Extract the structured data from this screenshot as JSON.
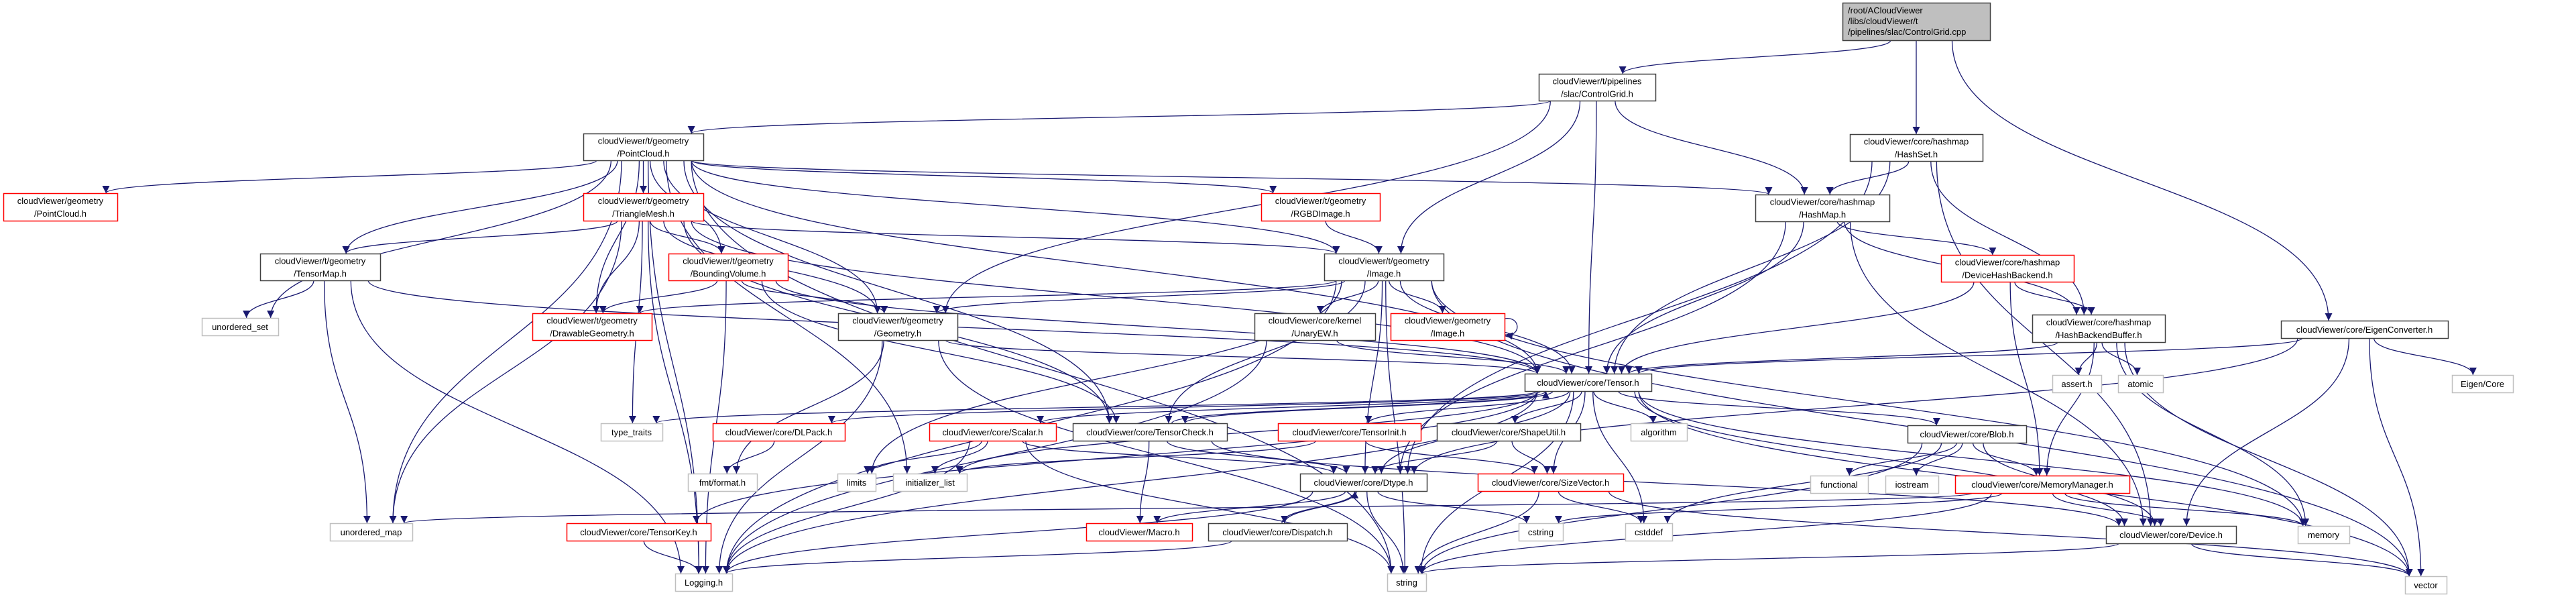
{
  "colors": {
    "edge": "#191970",
    "documented_border": "#000000",
    "truncated_border": "#ff0000",
    "external_border": "#bfbfbf",
    "root_fill": "#bfbfbf"
  },
  "nodes": [
    {
      "lines": [
        "/root/ACloudViewer",
        "/libs/cloudViewer/t",
        "/pipelines/slac/ControlGrid.cpp"
      ],
      "kind": "root"
    },
    {
      "lines": [
        "cloudViewer/t/pipelines",
        "/slac/ControlGrid.h"
      ],
      "kind": "documented"
    },
    {
      "lines": [
        "cloudViewer/t/geometry",
        "/PointCloud.h"
      ],
      "kind": "documented"
    },
    {
      "lines": [
        "cloudViewer/core/hashmap",
        "/HashSet.h"
      ],
      "kind": "documented"
    },
    {
      "lines": [
        "cloudViewer/geometry",
        "/PointCloud.h"
      ],
      "kind": "truncated"
    },
    {
      "lines": [
        "cloudViewer/t/geometry",
        "/TriangleMesh.h"
      ],
      "kind": "truncated"
    },
    {
      "lines": [
        "cloudViewer/t/geometry",
        "/RGBDImage.h"
      ],
      "kind": "truncated"
    },
    {
      "lines": [
        "cloudViewer/core/hashmap",
        "/HashMap.h"
      ],
      "kind": "documented"
    },
    {
      "lines": [
        "cloudViewer/t/geometry",
        "/TensorMap.h"
      ],
      "kind": "documented"
    },
    {
      "lines": [
        "cloudViewer/t/geometry",
        "/BoundingVolume.h"
      ],
      "kind": "truncated"
    },
    {
      "lines": [
        "cloudViewer/t/geometry",
        "/Image.h"
      ],
      "kind": "documented"
    },
    {
      "lines": [
        "cloudViewer/core/hashmap",
        "/DeviceHashBackend.h"
      ],
      "kind": "truncated"
    },
    {
      "lines": [
        "unordered_set"
      ],
      "kind": "external"
    },
    {
      "lines": [
        "cloudViewer/t/geometry",
        "/DrawableGeometry.h"
      ],
      "kind": "truncated"
    },
    {
      "lines": [
        "cloudViewer/t/geometry",
        "/Geometry.h"
      ],
      "kind": "documented"
    },
    {
      "lines": [
        "cloudViewer/core/kernel",
        "/UnaryEW.h"
      ],
      "kind": "documented"
    },
    {
      "lines": [
        "cloudViewer/geometry",
        "/Image.h"
      ],
      "kind": "truncated"
    },
    {
      "lines": [
        "cloudViewer/core/hashmap",
        "/HashBackendBuffer.h"
      ],
      "kind": "documented"
    },
    {
      "lines": [
        "cloudViewer/core/EigenConverter.h"
      ],
      "kind": "documented"
    },
    {
      "lines": [
        "cloudViewer/core/Tensor.h"
      ],
      "kind": "documented"
    },
    {
      "lines": [
        "assert.h"
      ],
      "kind": "external"
    },
    {
      "lines": [
        "atomic"
      ],
      "kind": "external"
    },
    {
      "lines": [
        "Eigen/Core"
      ],
      "kind": "external"
    },
    {
      "lines": [
        "type_traits"
      ],
      "kind": "external"
    },
    {
      "lines": [
        "cloudViewer/core/DLPack.h"
      ],
      "kind": "truncated"
    },
    {
      "lines": [
        "cloudViewer/core/Scalar.h"
      ],
      "kind": "truncated"
    },
    {
      "lines": [
        "cloudViewer/core/TensorCheck.h"
      ],
      "kind": "documented"
    },
    {
      "lines": [
        "cloudViewer/core/TensorInit.h"
      ],
      "kind": "truncated"
    },
    {
      "lines": [
        "cloudViewer/core/ShapeUtil.h"
      ],
      "kind": "documented"
    },
    {
      "lines": [
        "algorithm"
      ],
      "kind": "external"
    },
    {
      "lines": [
        "cloudViewer/core/Blob.h"
      ],
      "kind": "documented"
    },
    {
      "lines": [
        "fmt/format.h"
      ],
      "kind": "external"
    },
    {
      "lines": [
        "limits"
      ],
      "kind": "external"
    },
    {
      "lines": [
        "initializer_list"
      ],
      "kind": "external"
    },
    {
      "lines": [
        "cloudViewer/core/Dtype.h"
      ],
      "kind": "documented"
    },
    {
      "lines": [
        "cloudViewer/core/SizeVector.h"
      ],
      "kind": "truncated"
    },
    {
      "lines": [
        "functional"
      ],
      "kind": "external"
    },
    {
      "lines": [
        "iostream"
      ],
      "kind": "external"
    },
    {
      "lines": [
        "cloudViewer/core/MemoryManager.h"
      ],
      "kind": "truncated"
    },
    {
      "lines": [
        "unordered_map"
      ],
      "kind": "external"
    },
    {
      "lines": [
        "cloudViewer/core/TensorKey.h"
      ],
      "kind": "truncated"
    },
    {
      "lines": [
        "cloudViewer/Macro.h"
      ],
      "kind": "truncated"
    },
    {
      "lines": [
        "cloudViewer/core/Dispatch.h"
      ],
      "kind": "documented"
    },
    {
      "lines": [
        "cstring"
      ],
      "kind": "external"
    },
    {
      "lines": [
        "cstddef"
      ],
      "kind": "external"
    },
    {
      "lines": [
        "cloudViewer/core/Device.h"
      ],
      "kind": "documented"
    },
    {
      "lines": [
        "memory"
      ],
      "kind": "external"
    },
    {
      "lines": [
        "Logging.h"
      ],
      "kind": "external"
    },
    {
      "lines": [
        "string"
      ],
      "kind": "external"
    },
    {
      "lines": [
        "vector"
      ],
      "kind": "external"
    }
  ],
  "edges": [
    [
      0,
      1
    ],
    [
      0,
      3
    ],
    [
      0,
      18
    ],
    [
      1,
      2
    ],
    [
      1,
      14
    ],
    [
      1,
      10
    ],
    [
      1,
      19
    ],
    [
      1,
      7
    ],
    [
      2,
      4
    ],
    [
      2,
      5
    ],
    [
      2,
      8
    ],
    [
      2,
      12
    ],
    [
      2,
      39
    ],
    [
      2,
      47
    ],
    [
      2,
      48
    ],
    [
      2,
      13
    ],
    [
      2,
      9
    ],
    [
      2,
      14
    ],
    [
      2,
      10
    ],
    [
      2,
      6
    ],
    [
      2,
      7
    ],
    [
      2,
      19
    ],
    [
      2,
      26
    ],
    [
      2,
      33
    ],
    [
      5,
      8
    ],
    [
      5,
      13
    ],
    [
      5,
      9
    ],
    [
      5,
      14
    ],
    [
      5,
      10
    ],
    [
      5,
      19
    ],
    [
      5,
      26
    ],
    [
      5,
      23
    ],
    [
      5,
      39
    ],
    [
      5,
      47
    ],
    [
      8,
      12
    ],
    [
      8,
      39
    ],
    [
      8,
      47
    ],
    [
      8,
      19
    ],
    [
      9,
      13
    ],
    [
      9,
      14
    ],
    [
      9,
      19
    ],
    [
      9,
      26
    ],
    [
      9,
      47
    ],
    [
      6,
      10
    ],
    [
      10,
      14
    ],
    [
      10,
      15
    ],
    [
      10,
      16
    ],
    [
      10,
      19
    ],
    [
      10,
      13
    ],
    [
      10,
      47
    ],
    [
      10,
      32
    ],
    [
      10,
      34
    ],
    [
      10,
      46
    ],
    [
      10,
      49
    ],
    [
      10,
      26
    ],
    [
      10,
      48
    ],
    [
      16,
      16
    ],
    [
      14,
      19
    ],
    [
      14,
      31
    ],
    [
      14,
      48
    ],
    [
      14,
      47
    ],
    [
      15,
      19
    ],
    [
      15,
      47
    ],
    [
      3,
      7
    ],
    [
      3,
      17
    ],
    [
      3,
      19
    ],
    [
      3,
      34
    ],
    [
      3,
      45
    ],
    [
      7,
      11
    ],
    [
      7,
      17
    ],
    [
      7,
      19
    ],
    [
      7,
      34
    ],
    [
      7,
      45
    ],
    [
      11,
      17
    ],
    [
      11,
      38
    ],
    [
      11,
      19
    ],
    [
      17,
      19
    ],
    [
      17,
      20
    ],
    [
      17,
      21
    ],
    [
      17,
      38
    ],
    [
      17,
      46
    ],
    [
      17,
      49
    ],
    [
      18,
      19
    ],
    [
      18,
      22
    ],
    [
      18,
      45
    ],
    [
      18,
      49
    ],
    [
      18,
      34
    ],
    [
      19,
      23
    ],
    [
      19,
      24
    ],
    [
      19,
      25
    ],
    [
      19,
      26
    ],
    [
      19,
      27
    ],
    [
      19,
      28
    ],
    [
      19,
      29
    ],
    [
      19,
      30
    ],
    [
      19,
      34
    ],
    [
      19,
      35
    ],
    [
      19,
      45
    ],
    [
      19,
      48
    ],
    [
      19,
      44
    ],
    [
      19,
      46
    ],
    [
      19,
      49
    ],
    [
      19,
      47
    ],
    [
      19,
      40
    ],
    [
      19,
      33
    ],
    [
      24,
      31
    ],
    [
      25,
      32
    ],
    [
      25,
      33
    ],
    [
      25,
      34
    ],
    [
      25,
      47
    ],
    [
      25,
      48
    ],
    [
      26,
      19
    ],
    [
      26,
      41
    ],
    [
      26,
      34
    ],
    [
      26,
      45
    ],
    [
      27,
      35
    ],
    [
      27,
      33
    ],
    [
      28,
      35
    ],
    [
      28,
      34
    ],
    [
      34,
      42
    ],
    [
      34,
      41
    ],
    [
      34,
      43
    ],
    [
      34,
      48
    ],
    [
      34,
      47
    ],
    [
      42,
      34
    ],
    [
      42,
      47
    ],
    [
      35,
      44
    ],
    [
      35,
      48
    ],
    [
      35,
      49
    ],
    [
      30,
      45
    ],
    [
      30,
      38
    ],
    [
      30,
      36
    ],
    [
      30,
      37
    ],
    [
      30,
      44
    ],
    [
      30,
      48
    ],
    [
      38,
      45
    ],
    [
      38,
      46
    ],
    [
      38,
      43
    ],
    [
      38,
      48
    ],
    [
      38,
      39
    ],
    [
      45,
      48
    ],
    [
      45,
      49
    ],
    [
      40,
      47
    ]
  ]
}
